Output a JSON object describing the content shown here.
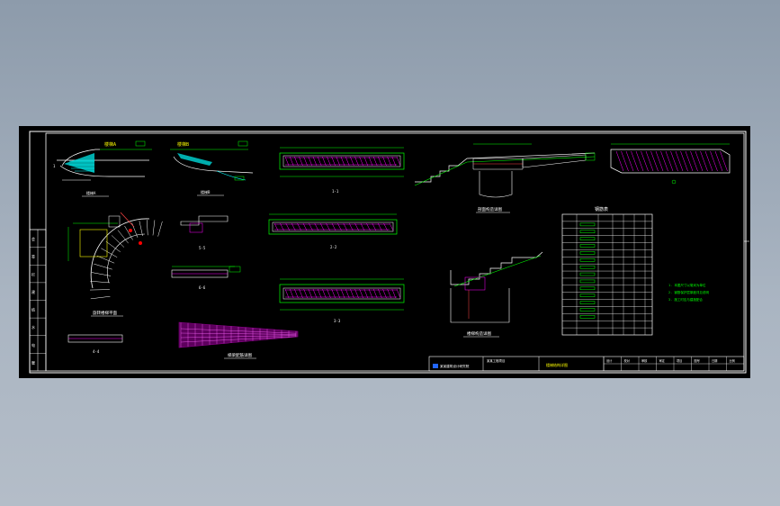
{
  "app": {
    "canvas_bg": "#000000",
    "workspace_bg": "#9aa6b4"
  },
  "drawing": {
    "view_titles": {
      "elev_a": "楼梯A",
      "elev_b": "楼梯B",
      "plan_spiral": "旋转楼梯平面",
      "stair_section": "剖面构造详图",
      "beam_detail": "梯梁配筋详图",
      "stair_detail": "楼梯构造详图",
      "rebar_table_title": "钢筋表"
    },
    "section_labels": {
      "s11": "1-1",
      "s22": "2-2",
      "s33": "3-3",
      "s44": "4-4",
      "s55": "5-5",
      "s66": "6-6"
    },
    "notes": [
      "1. 本图尺寸以毫米为单位",
      "2. 钢筋保护层厚度详见说明",
      "3. 施工时应与建施配合"
    ],
    "title_block": {
      "company": "某某建筑设计研究院",
      "project": "某某工程项目",
      "sheet_title": "楼梯结构详图",
      "legend_cols": [
        "设计",
        "校对",
        "审核",
        "审定",
        "项目",
        "图号",
        "日期",
        "比例"
      ],
      "left_strip": [
        "会",
        "签",
        "栏",
        "建",
        "结",
        "水",
        "电",
        "暖"
      ]
    },
    "colors": {
      "frame": "#ffffff",
      "outline": "#00ff00",
      "rebar": "#ff00ff",
      "cyan": "#00ffff",
      "text_yellow": "#ffff00",
      "dim_green": "#00ff00"
    }
  }
}
